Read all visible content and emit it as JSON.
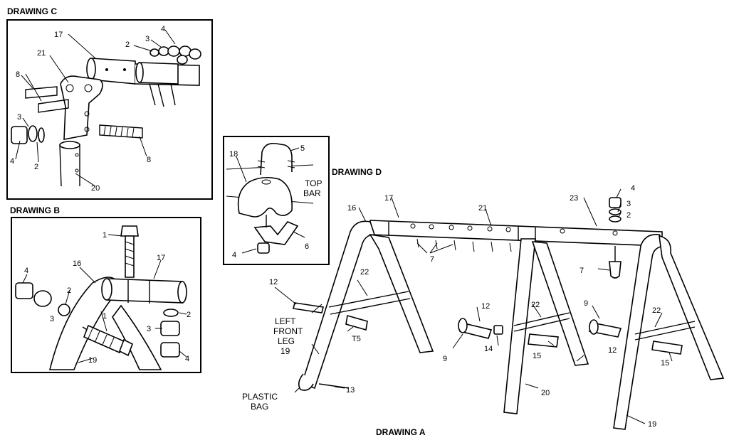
{
  "titles": {
    "drawing_a": "DRAWING A",
    "drawing_b": "DRAWING B",
    "drawing_c": "DRAWING C",
    "drawing_d": "DRAWING D"
  },
  "drawing_c": {
    "parts": [
      "17",
      "2",
      "3",
      "4",
      "21",
      "8",
      "3",
      "4",
      "2",
      "8",
      "20"
    ]
  },
  "drawing_b": {
    "parts": [
      "1",
      "4",
      "16",
      "17",
      "2",
      "3",
      "1",
      "2",
      "3",
      "4",
      "19"
    ]
  },
  "drawing_d": {
    "parts": [
      "18",
      "5",
      "4",
      "6"
    ],
    "top_bar_line1": "TOP",
    "top_bar_line2": "BAR"
  },
  "drawing_a": {
    "parts": [
      "16",
      "17",
      "21",
      "23",
      "4",
      "3",
      "2",
      "7",
      "7",
      "22",
      "12",
      "12",
      "22",
      "9",
      "22",
      "12",
      "T5",
      "9",
      "14",
      "15",
      "20",
      "15",
      "19",
      "13"
    ],
    "left_front_leg_line1": "LEFT",
    "left_front_leg_line2": "FRONT",
    "left_front_leg_line3": "LEG",
    "left_front_leg_line4": "19",
    "plastic_bag_line1": "PLASTIC",
    "plastic_bag_line2": "BAG"
  }
}
